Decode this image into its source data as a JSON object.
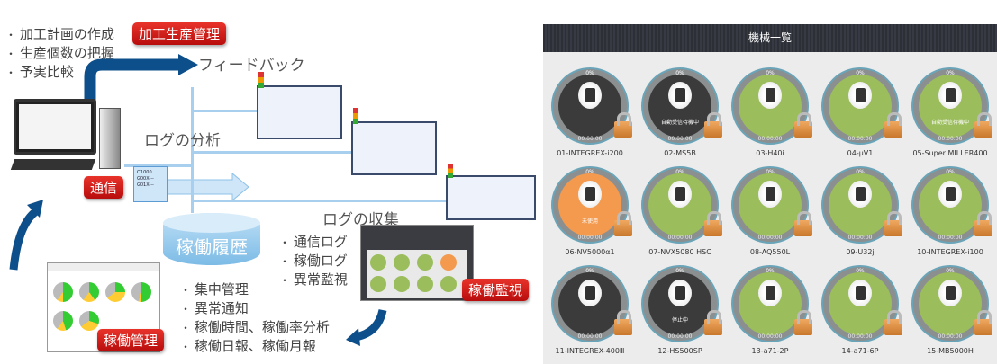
{
  "diagram": {
    "plan_bullets": [
      "加工計画の作成",
      "生産個数の把握",
      "予実比較"
    ],
    "badge_production": "加工生産管理",
    "feedback": "フィードバック",
    "log_analysis": "ログの分析",
    "badge_comm": "通信",
    "nc_code": [
      "O1000",
      "G00X---",
      "G01X---"
    ],
    "history": "稼働履歴",
    "log_collect": "ログの収集",
    "log_bullets": [
      "通信ログ",
      "稼働ログ",
      "異常監視"
    ],
    "badge_monitor": "稼働監視",
    "badge_manage": "稼働管理",
    "manage_bullets": [
      "集中管理",
      "異常通知",
      "稼働時間、稼働率分析",
      "稼働日報、稼働月報"
    ]
  },
  "panel": {
    "title": "機械一覧",
    "tiles": [
      {
        "name": "01-INTEGREX-i200",
        "state": "dark",
        "status": "",
        "pct": "0%",
        "time": "00:00:00"
      },
      {
        "name": "02-MS5B",
        "state": "dark",
        "status": "自動受信待機中",
        "pct": "0%",
        "time": "00:00:00"
      },
      {
        "name": "03-H40i",
        "state": "green",
        "status": "",
        "pct": "0%",
        "time": "00:00:00"
      },
      {
        "name": "04-μV1",
        "state": "green",
        "status": "",
        "pct": "0%",
        "time": "00:00:00"
      },
      {
        "name": "05-Super MILLER400",
        "state": "green",
        "status": "自動受信待機中",
        "pct": "0%",
        "time": "00:00:00"
      },
      {
        "name": "06-NV5000α1",
        "state": "orange",
        "status": "未使用",
        "pct": "0%",
        "time": "00:00:00"
      },
      {
        "name": "07-NVX5080 HSC",
        "state": "green",
        "status": "",
        "pct": "0%",
        "time": "00:00:00"
      },
      {
        "name": "08-AQ550L",
        "state": "green",
        "status": "",
        "pct": "0%",
        "time": "00:00:00"
      },
      {
        "name": "09-U32j",
        "state": "green",
        "status": "",
        "pct": "0%",
        "time": "00:00:00"
      },
      {
        "name": "10-INTEGREX-i100",
        "state": "green",
        "status": "",
        "pct": "0%",
        "time": "00:00:00"
      },
      {
        "name": "11-INTEGREX-400Ⅲ",
        "state": "dark",
        "status": "",
        "pct": "0%",
        "time": "00:00:00"
      },
      {
        "name": "12-HS500SP",
        "state": "dark",
        "status": "停止中",
        "pct": "0%",
        "time": "00:00:00"
      },
      {
        "name": "13-a71-2P",
        "state": "green",
        "status": "",
        "pct": "0%",
        "time": "00:00:00"
      },
      {
        "name": "14-a71-6P",
        "state": "green",
        "status": "",
        "pct": "0%",
        "time": "00:00:00"
      },
      {
        "name": "15-MB5000H",
        "state": "green",
        "status": "",
        "pct": "0%",
        "time": "00:00:00"
      }
    ],
    "colors": {
      "dark": "#3b3b3b",
      "green": "#9bbd5c",
      "orange": "#f39a4e"
    }
  }
}
